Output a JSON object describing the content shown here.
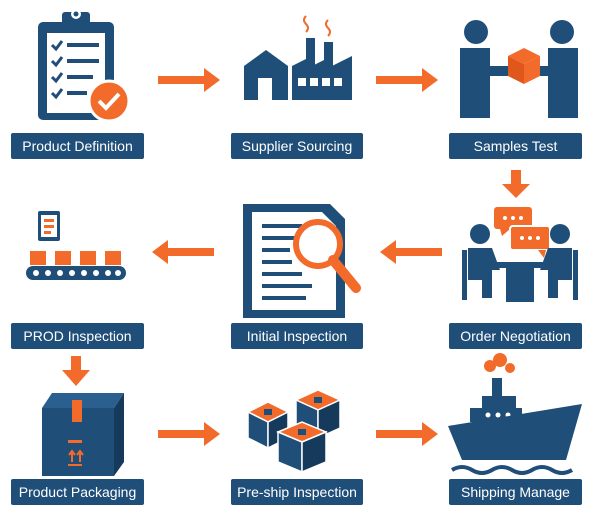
{
  "steps": [
    {
      "label": "Product Definition",
      "icon": "clipboard-checklist-icon"
    },
    {
      "label": "Supplier Sourcing",
      "icon": "factory-icon"
    },
    {
      "label": "Samples Test",
      "icon": "handover-box-icon"
    },
    {
      "label": "Order Negotiation",
      "icon": "meeting-table-icon"
    },
    {
      "label": "Initial Inspection",
      "icon": "document-magnifier-icon"
    },
    {
      "label": "PROD Inspection",
      "icon": "production-line-icon"
    },
    {
      "label": "Product Packaging",
      "icon": "cardboard-box-icon"
    },
    {
      "label": "Pre-ship Inspection",
      "icon": "stacked-boxes-icon"
    },
    {
      "label": "Shipping Manage",
      "icon": "cargo-ship-icon"
    }
  ],
  "colors": {
    "navy": "#1f4e79",
    "orange": "#f26b2a",
    "white": "#ffffff"
  }
}
